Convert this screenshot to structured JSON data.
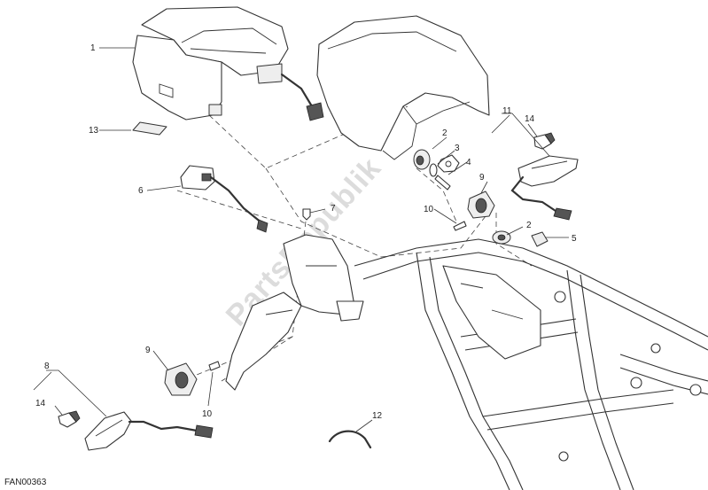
{
  "watermark": "PartsRepublik",
  "drawing_code": "FAN00363",
  "callouts": {
    "c1": "1",
    "c2a": "2",
    "c2b": "2",
    "c3": "3",
    "c4": "4",
    "c5": "5",
    "c6": "6",
    "c7": "7",
    "c8": "8",
    "c9a": "9",
    "c9b": "9",
    "c10a": "10",
    "c10b": "10",
    "c11": "11",
    "c12": "12",
    "c13": "13",
    "c14a": "14",
    "c14b": "14"
  }
}
